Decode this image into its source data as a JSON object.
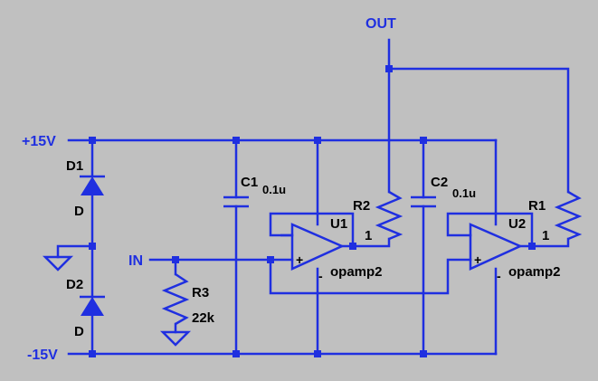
{
  "nets": {
    "out": "OUT",
    "in": "IN",
    "pos_rail": "+15V",
    "neg_rail": "-15V"
  },
  "components": {
    "d1": {
      "ref": "D1",
      "value": "D"
    },
    "d2": {
      "ref": "D2",
      "value": "D"
    },
    "c1": {
      "ref": "C1",
      "value": "0.1u"
    },
    "c2": {
      "ref": "C2",
      "value": "0.1u"
    },
    "r1": {
      "ref": "R1",
      "value": "1"
    },
    "r2": {
      "ref": "R2",
      "value": "1"
    },
    "r3": {
      "ref": "R3",
      "value": "22k"
    },
    "u1": {
      "ref": "U1",
      "value": "opamp2"
    },
    "u2": {
      "ref": "U2",
      "value": "opamp2"
    }
  },
  "pin_symbols": {
    "plus": "+",
    "minus": "-"
  },
  "colors": {
    "background": "#c0c0c0",
    "wire": "#1f2fe0",
    "text": "#000000",
    "net_label": "#1f2fe0"
  }
}
